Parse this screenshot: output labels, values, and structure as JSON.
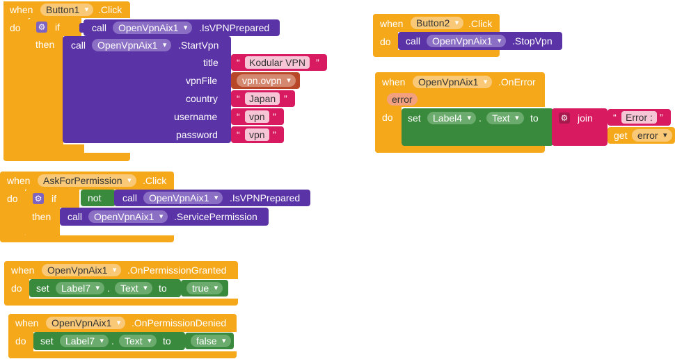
{
  "words": {
    "when": "when",
    "do": "do",
    "if": "if",
    "then": "then",
    "call": "call",
    "set": "set",
    "to": "to",
    "not": "not",
    "join": "join",
    "get": "get",
    "dot": ".",
    "open_quote": "“",
    "close_quote": "”"
  },
  "b1": {
    "component": "Button1",
    "event": ".Click",
    "if_component": "OpenVpnAix1",
    "if_method": ".IsVPNPrepared",
    "call_component": "OpenVpnAix1",
    "call_method": ".StartVpn",
    "params": {
      "title": "title",
      "vpnFile": "vpnFile",
      "country": "country",
      "username": "username",
      "password": "password"
    },
    "values": {
      "title": "Kodular VPN",
      "vpnFile": "vpn.ovpn",
      "country": "Japan",
      "username": "vpn",
      "password": "vpn"
    }
  },
  "b2": {
    "component": "Button2",
    "event": ".Click",
    "call_component": "OpenVpnAix1",
    "call_method": ".StopVpn"
  },
  "err": {
    "component": "OpenVpnAix1",
    "event": ".OnError",
    "param": "error",
    "set_component": "Label4",
    "set_prop": "Text",
    "join_text": "Error : ",
    "get_var": "error"
  },
  "ask": {
    "component": "AskForPermission",
    "event": ".Click",
    "if_component": "OpenVpnAix1",
    "if_method": ".IsVPNPrepared",
    "call_component": "OpenVpnAix1",
    "call_method": ".ServicePermission"
  },
  "granted": {
    "component": "OpenVpnAix1",
    "event": ".OnPermissionGranted",
    "set_component": "Label7",
    "set_prop": "Text",
    "value": "true"
  },
  "denied": {
    "component": "OpenVpnAix1",
    "event": ".OnPermissionDenied",
    "set_component": "Label7",
    "set_prop": "Text",
    "value": "false"
  }
}
